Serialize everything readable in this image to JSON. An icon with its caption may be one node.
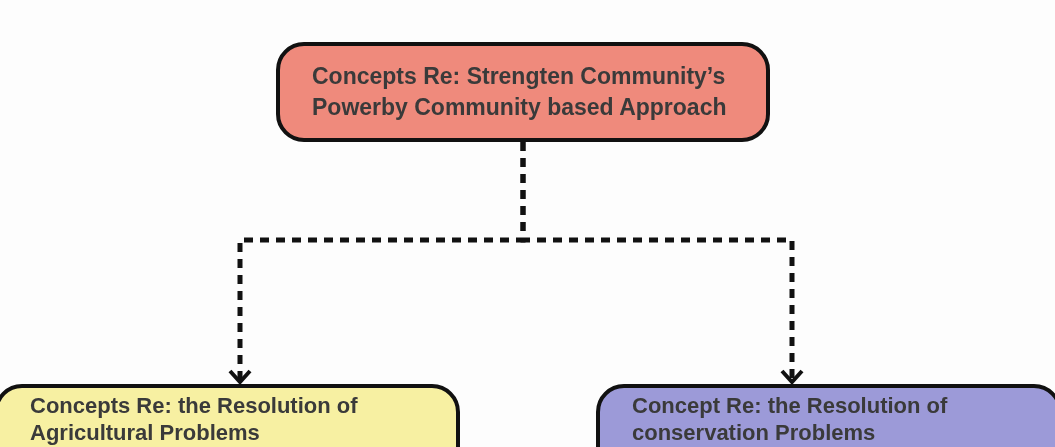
{
  "diagram": {
    "nodes": [
      {
        "text": [
          "Concepts Re: Strengten Community’s Powerby Community based Approach"
        ]
      },
      {
        "text": [
          "Concepts Re: the Resolution of Agricultural Problems"
        ]
      },
      {
        "text": [
          "Concept Re: the Resolution of conservation Problems"
        ]
      }
    ],
    "edges": [
      {
        "from": 0,
        "to": 1,
        "arrow": "to",
        "style": "dashed"
      },
      {
        "from": 0,
        "to": 2,
        "arrow": "to",
        "style": "dashed"
      }
    ]
  }
}
